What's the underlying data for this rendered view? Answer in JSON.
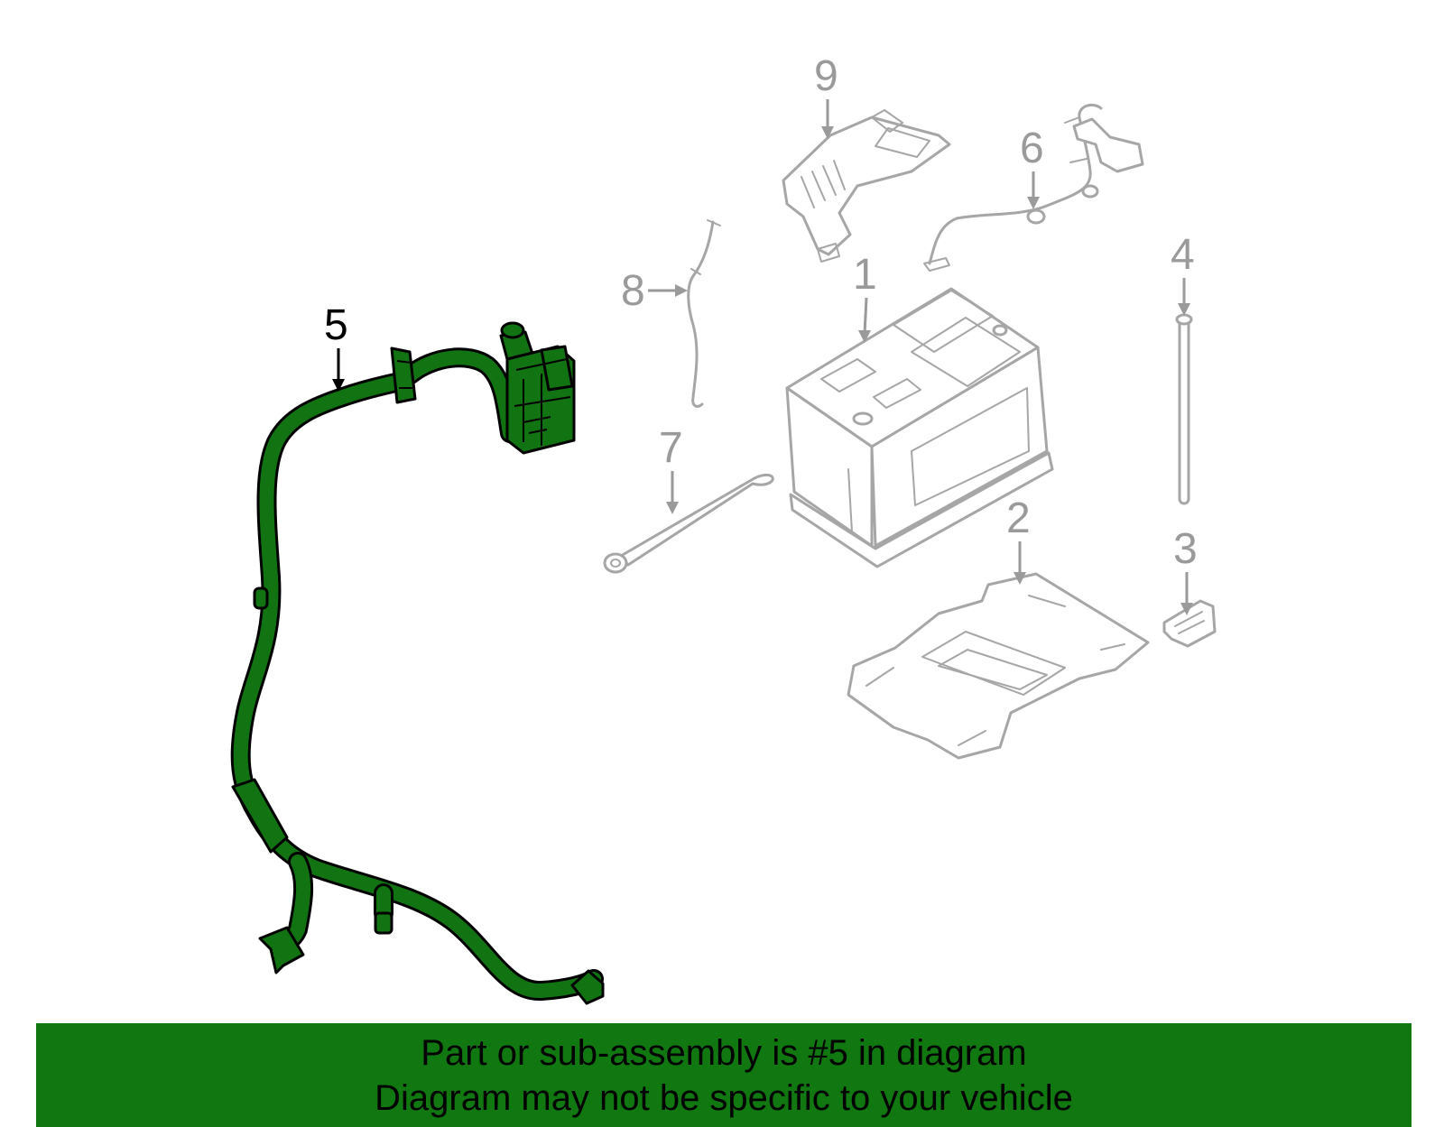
{
  "callouts": {
    "c1": "1",
    "c2": "2",
    "c3": "3",
    "c4": "4",
    "c5": "5",
    "c6": "6",
    "c7": "7",
    "c8": "8",
    "c9": "9"
  },
  "highlighted_part": "5",
  "colors": {
    "highlight_green": "#127312",
    "banner_green": "#117711",
    "part_outline_gray": "#a6a6a6",
    "callout_gray": "#9a9a9a",
    "active_callout": "#000000"
  },
  "footer": {
    "line1": "Part or sub-assembly is #5 in diagram",
    "line2": "Diagram may not be specific to your vehicle"
  }
}
